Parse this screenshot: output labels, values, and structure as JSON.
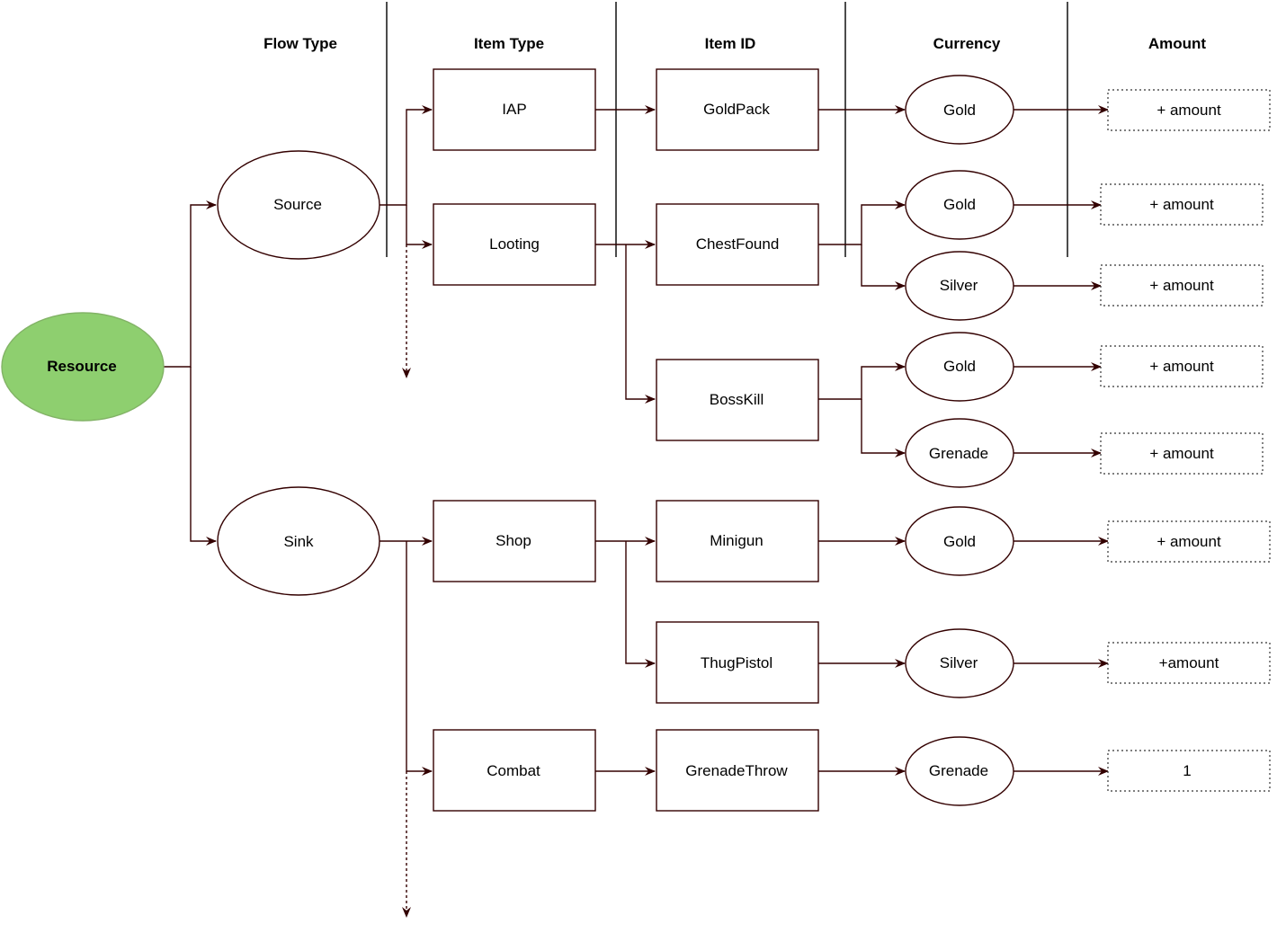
{
  "headers": {
    "flow_type": "Flow Type",
    "item_type": "Item Type",
    "item_id": "Item ID",
    "currency": "Currency",
    "amount": "Amount"
  },
  "root": {
    "label": "Resource",
    "fill": "#8ecf6f",
    "stroke": "#82b366"
  },
  "flow": {
    "source": "Source",
    "sink": "Sink"
  },
  "item_types": {
    "iap": "IAP",
    "looting": "Looting",
    "shop": "Shop",
    "combat": "Combat"
  },
  "item_ids": {
    "goldpack": "GoldPack",
    "chestfound": "ChestFound",
    "bosskill": "BossKill",
    "minigun": "Minigun",
    "thugpistol": "ThugPistol",
    "grenadethrow": "GrenadeThrow"
  },
  "currencies": {
    "c1": "Gold",
    "c2": "Gold",
    "c3": "Silver",
    "c4": "Gold",
    "c5": "Grenade",
    "c6": "Gold",
    "c7": "Silver",
    "c8": "Grenade"
  },
  "amounts": {
    "a1": "+ amount",
    "a2": "+ amount",
    "a3": "+ amount",
    "a4": "+ amount",
    "a5": "+ amount",
    "a6": "+ amount",
    "a7": "+amount",
    "a8": "1"
  },
  "edge_color": "#330000"
}
